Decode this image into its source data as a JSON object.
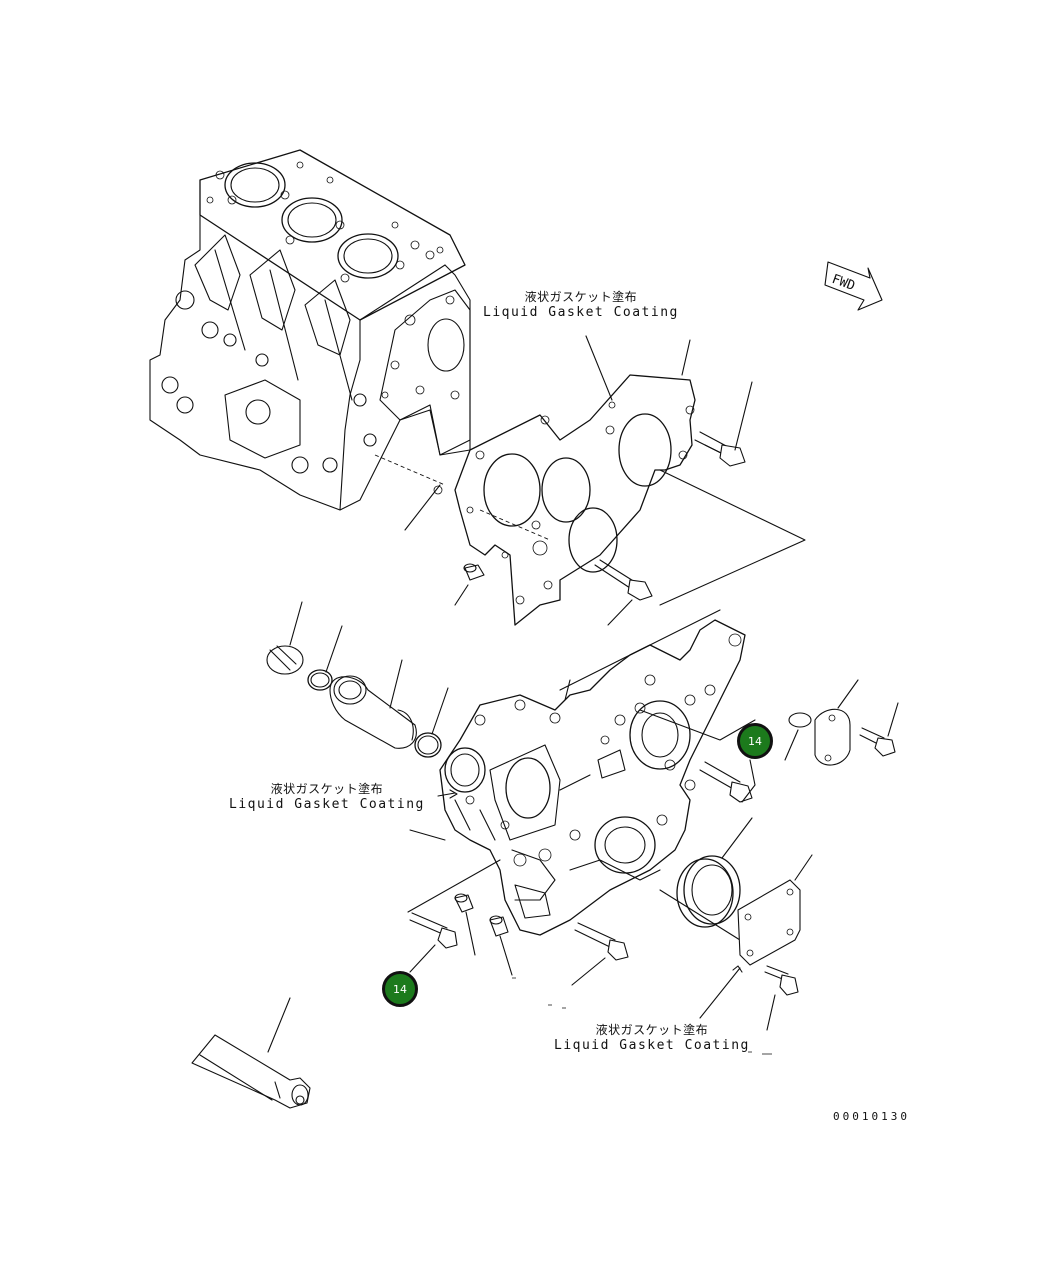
{
  "labels": {
    "gasket_jp": "液状ガスケット塗布",
    "gasket_en": "Liquid Gasket Coating"
  },
  "callouts": [
    {
      "text": "14"
    },
    {
      "text": "14"
    }
  ],
  "fwd_label": "FWD",
  "figure_number": "00010130",
  "colors": {
    "callout_fill": "#1c7a1c",
    "line": "#111111"
  }
}
